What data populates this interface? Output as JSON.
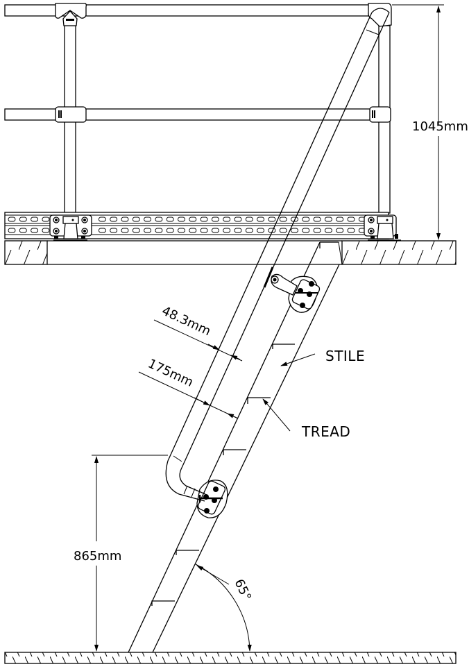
{
  "drawing": {
    "type": "technical-elevation",
    "subject": "Ladder with handrail against platform edge guardrail",
    "labels": {
      "stile": "STILE",
      "tread": "TREAD"
    },
    "dimensions": {
      "guardrail_height": "1045mm",
      "handrail_height": "865mm",
      "handrail_diameter": "48.3mm",
      "handrail_offset": "175mm",
      "ladder_angle": "65°"
    }
  }
}
